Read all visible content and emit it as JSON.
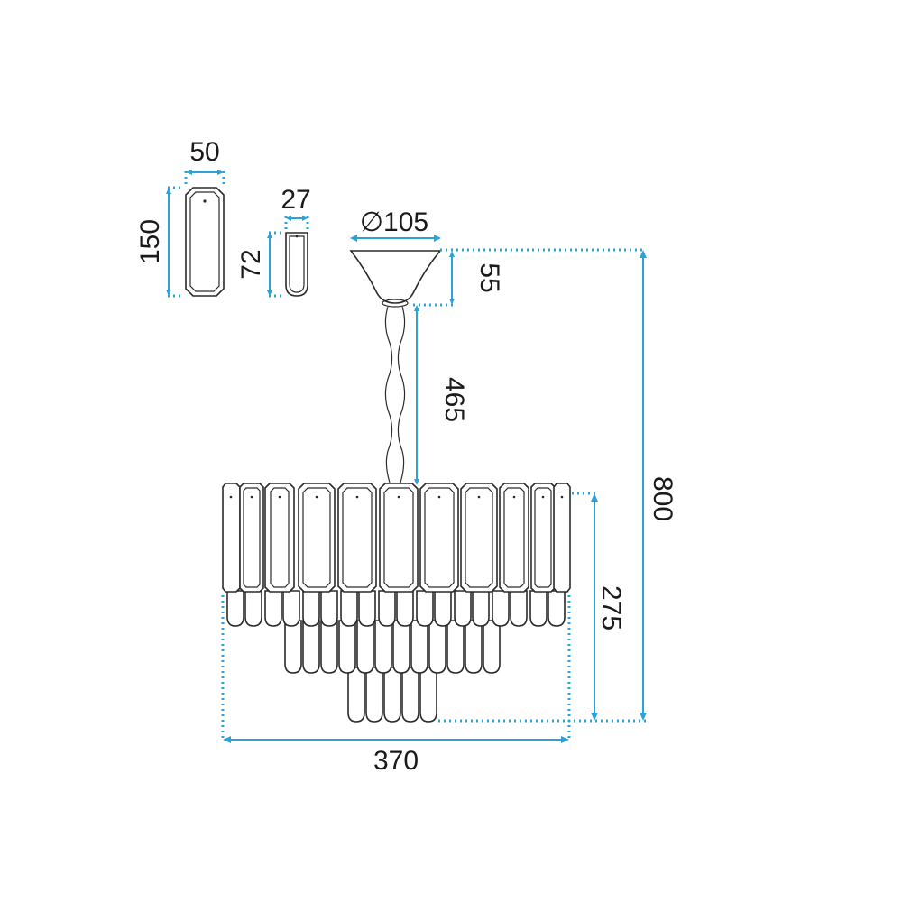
{
  "dimensions": {
    "crystal_large_width": "50",
    "crystal_large_height": "150",
    "crystal_small_width": "27",
    "crystal_small_height": "72",
    "canopy_diameter": "∅105",
    "canopy_height": "55",
    "chain_length": "465",
    "total_height": "800",
    "body_height": "275",
    "body_width": "370"
  },
  "colors": {
    "dimension_line": "#29a3da",
    "outline": "#2a2a2a",
    "background": "#ffffff"
  }
}
